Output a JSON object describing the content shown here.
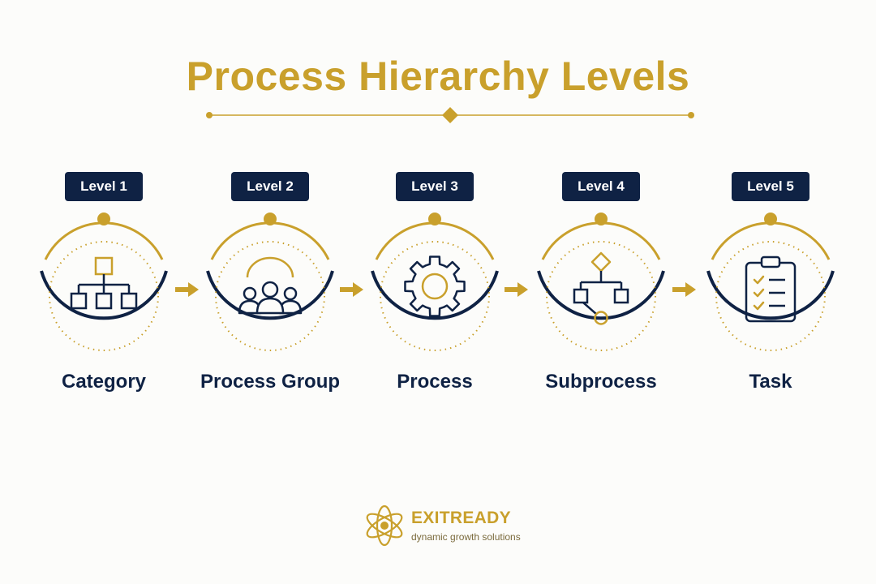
{
  "title": "Process Hierarchy Levels",
  "colors": {
    "gold": "#c9a02c",
    "navy": "#0f2244",
    "background": "#fcfcfa"
  },
  "levels": [
    {
      "badge": "Level 1",
      "label": "Category",
      "icon": "org-chart-icon"
    },
    {
      "badge": "Level 2",
      "label": "Process Group",
      "icon": "people-group-icon"
    },
    {
      "badge": "Level 3",
      "label": "Process",
      "icon": "gear-icon"
    },
    {
      "badge": "Level 4",
      "label": "Subprocess",
      "icon": "flowchart-icon"
    },
    {
      "badge": "Level 5",
      "label": "Task",
      "icon": "clipboard-checklist-icon"
    }
  ],
  "brand": {
    "name": "EXITREADY",
    "tagline": "dynamic growth solutions",
    "icon": "brand-logo-icon"
  }
}
